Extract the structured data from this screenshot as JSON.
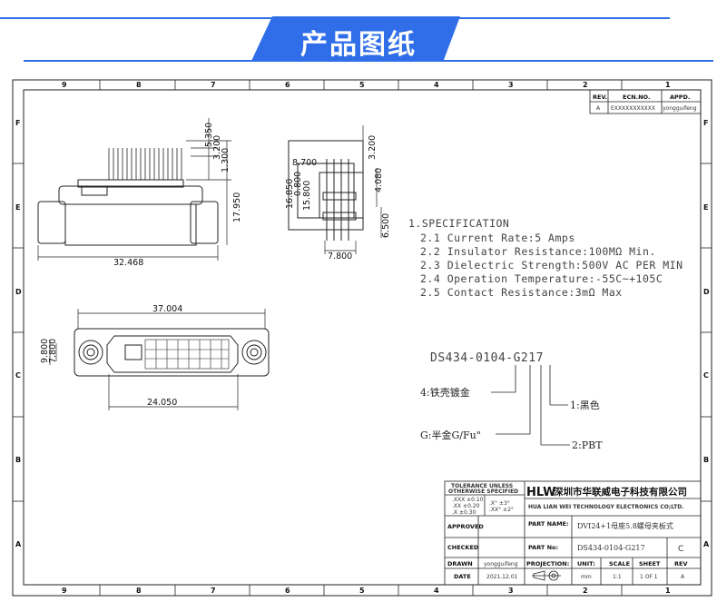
{
  "banner": {
    "title": "产品图纸"
  },
  "zones": {
    "columns": [
      "9",
      "8",
      "7",
      "6",
      "5",
      "4",
      "3",
      "2",
      "1"
    ],
    "rows": [
      "F",
      "E",
      "D",
      "C",
      "B",
      "A"
    ]
  },
  "revision": {
    "headers": [
      "REV.",
      "ECN.NO.",
      "APPD."
    ],
    "values": [
      "A",
      "EXXXXXXXXXXX",
      "yongguifeng"
    ]
  },
  "dimensions": {
    "top_view": [
      "5.350",
      "3.200",
      "1.300",
      "17.950",
      "32.468"
    ],
    "side_view": [
      "3.200",
      "8.700",
      "16.850",
      "0.800",
      "15.800",
      "4.080",
      "6.500",
      "7.800"
    ],
    "front_view": [
      "37.004",
      "9.800",
      "7.800",
      "24.050"
    ]
  },
  "specification": {
    "title": "1.SPECIFICATION",
    "items": [
      "2.1 Current Rate:5 Amps",
      "2.2 Insulator Resistance:100MΩ  Min.",
      "2.3 Dielectric Strength:500V AC PER MIN",
      "2.4 Operation Temperature:-55C~+105C",
      "2.5 Contact Resistance:3mΩ  Max"
    ]
  },
  "part_code": {
    "number": "DS434-0104-G217",
    "labels": [
      "4:铁壳镀金",
      "G:半金G/Fu\"",
      "1:黑色",
      "2:PBT"
    ]
  },
  "title_block": {
    "tolerance_title_1": "TOLERANCE UNLESS",
    "tolerance_title_2": "OTHERWISE SPECIFIED",
    "tolerances_left": [
      ".XXX ±0.10",
      ".XX  ±0.20",
      ".X   ±0.30"
    ],
    "tolerances_right": [
      ".X°  ±3°",
      ".XX° ±2°"
    ],
    "logo": "HLW",
    "company_cn": "深圳市华联威电子科技有限公司",
    "company_en": "HUA LIAN WEI TECHNOLOGY ELECTRONICS CO;LTD.",
    "approved_label": "APPROVED",
    "checked_label": "CHECKED",
    "drawn_label": "DRAWN",
    "drawn_value": "yongguifeng",
    "date_label": "DATE",
    "date_value": "2021.12.01",
    "part_name_label": "PART NAME:",
    "part_name_value": "DVI24+1母座5.8螺母夹板式",
    "part_no_label": "PART No:",
    "part_no_value": "DS434-0104-G217",
    "revision_letter": "C",
    "projection_label": "PROJECTION:",
    "unit_label": "UNIT:",
    "unit_value": "mm",
    "scale_label": "SCALE",
    "scale_value": "1:1",
    "sheet_label": "SHEET",
    "sheet_value": "1 OF 1",
    "rev_label": "REV",
    "rev_value": "A"
  }
}
